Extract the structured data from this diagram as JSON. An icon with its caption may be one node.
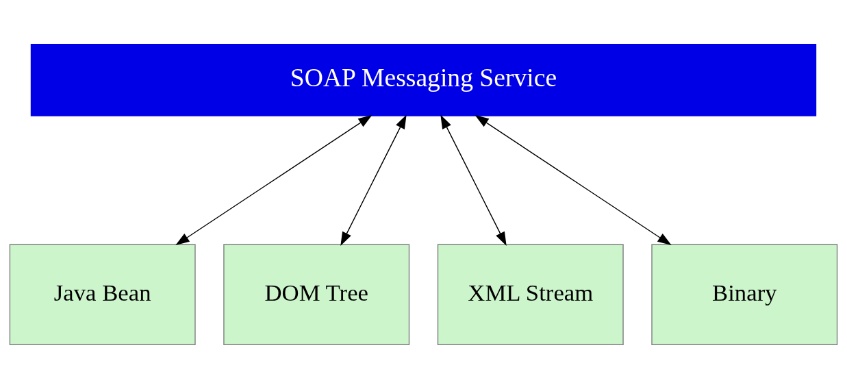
{
  "diagram": {
    "nodes": [
      {
        "text": [
          "SOAP Messaging Service"
        ]
      },
      {
        "text": [
          "Java Bean"
        ]
      },
      {
        "text": [
          "DOM Tree"
        ]
      },
      {
        "text": [
          "XML Stream"
        ]
      },
      {
        "text": [
          "Binary"
        ]
      }
    ],
    "edges": [
      {
        "from": 0,
        "to": 1,
        "arrow": "both"
      },
      {
        "from": 0,
        "to": 2,
        "arrow": "both"
      },
      {
        "from": 0,
        "to": 3,
        "arrow": "both"
      },
      {
        "from": 0,
        "to": 4,
        "arrow": "both"
      }
    ]
  }
}
